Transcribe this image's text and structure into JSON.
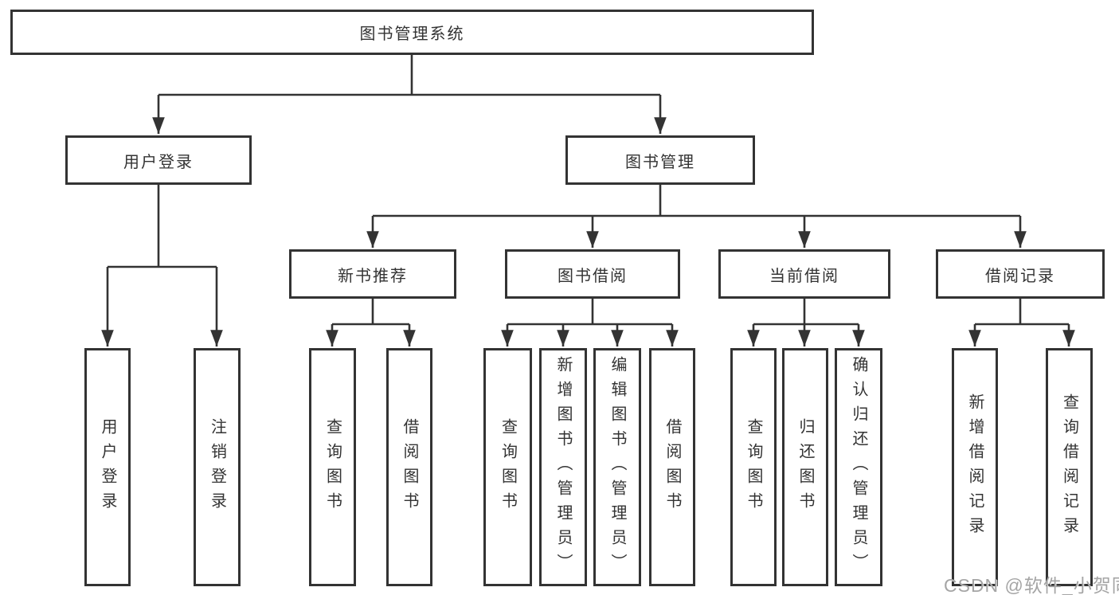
{
  "diagram": {
    "root": {
      "label": "图书管理系统"
    },
    "branches": [
      {
        "label": "用户登录",
        "children": [
          {
            "label": "用户登录"
          },
          {
            "label": "注销登录"
          }
        ]
      },
      {
        "label": "图书管理",
        "children": [
          {
            "label": "新书推荐",
            "children": [
              {
                "label": "查询图书"
              },
              {
                "label": "借阅图书"
              }
            ]
          },
          {
            "label": "图书借阅",
            "children": [
              {
                "label": "查询图书"
              },
              {
                "label": "新增图书（管理员）"
              },
              {
                "label": "编辑图书（管理员）"
              },
              {
                "label": "借阅图书"
              }
            ]
          },
          {
            "label": "当前借阅",
            "children": [
              {
                "label": "查询图书"
              },
              {
                "label": "归还图书"
              },
              {
                "label": "确认归还（管理员）"
              }
            ]
          },
          {
            "label": "借阅记录",
            "children": [
              {
                "label": "新增借阅记录"
              },
              {
                "label": "查询借阅记录"
              }
            ]
          }
        ]
      }
    ]
  },
  "line_color": "#333333",
  "watermark": "CSDN @软件_小贺同学"
}
